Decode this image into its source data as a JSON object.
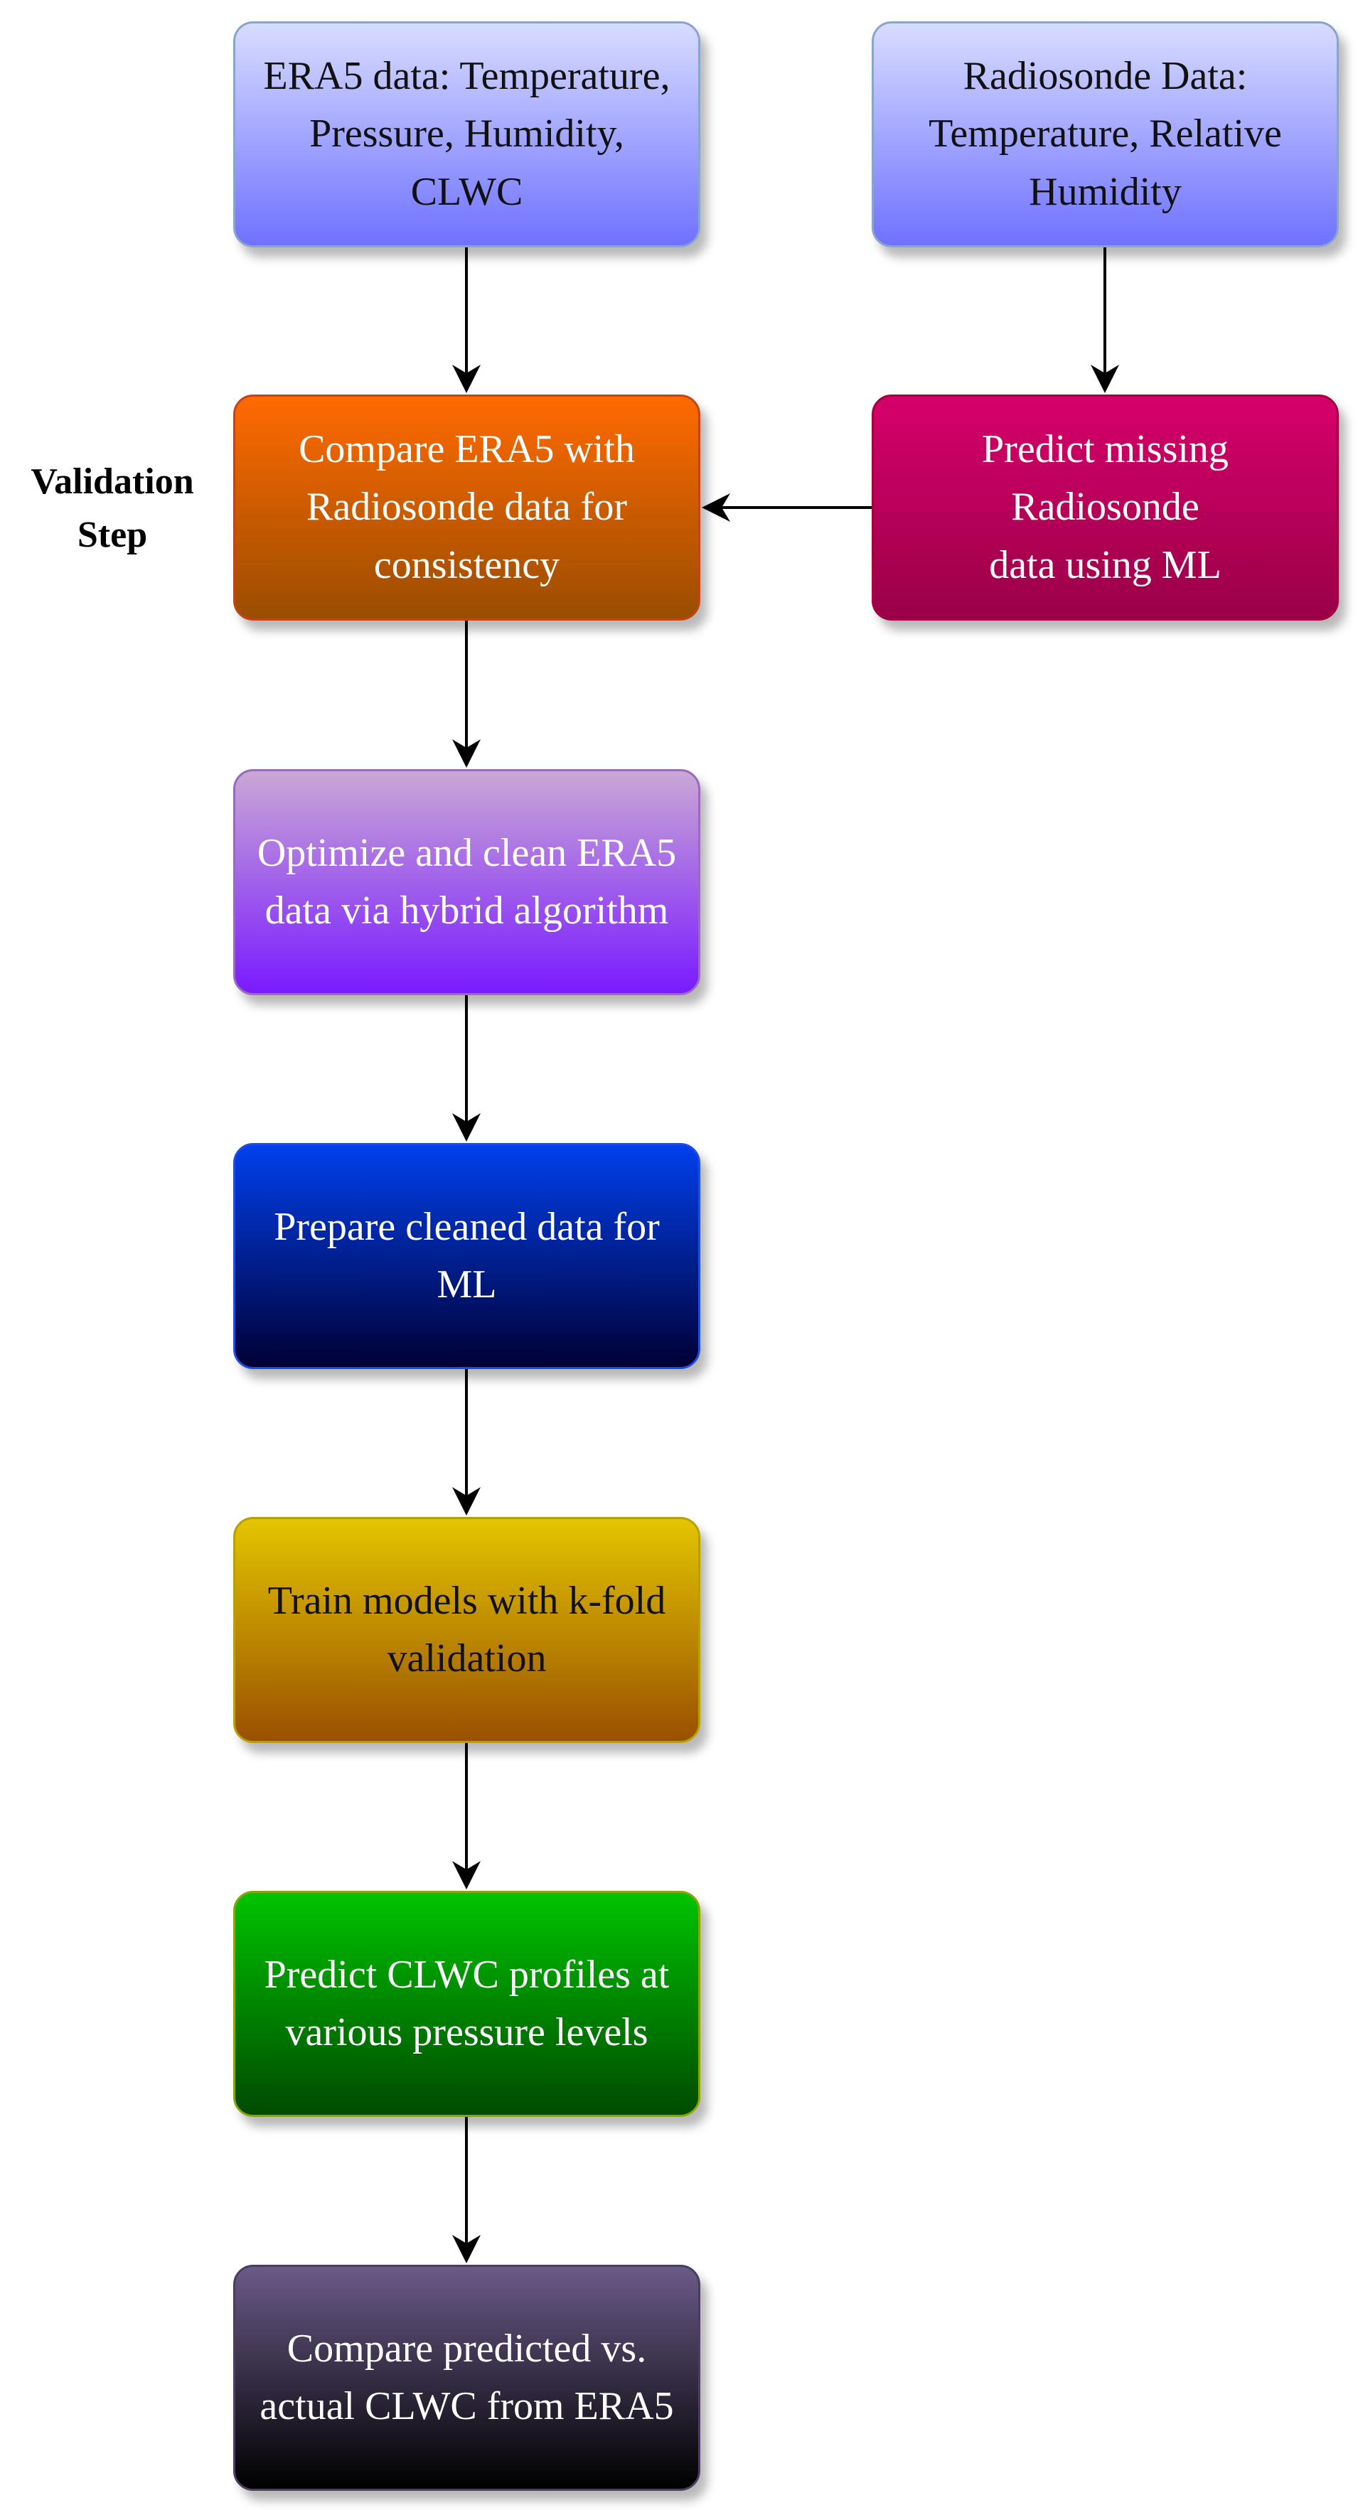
{
  "nodes": {
    "era5_data": [
      "ERA5 data: Temperature,",
      "Pressure, Humidity, CLWC"
    ],
    "radiosonde_data": [
      "Radiosonde Data:",
      "Temperature, Relative",
      "Humidity"
    ],
    "compare_era5": [
      "Compare ERA5 with",
      "Radiosonde data for",
      "consistency"
    ],
    "predict_missing": [
      "Predict missing Radiosonde",
      "data using ML"
    ],
    "optimize_clean": [
      "Optimize and clean ERA5",
      "data via hybrid algorithm"
    ],
    "prepare_data": [
      "Prepare cleaned data for",
      "ML"
    ],
    "train_models": [
      "Train models with k-fold",
      "validation"
    ],
    "predict_clwc": [
      "Predict CLWC profiles at",
      "various pressure levels"
    ],
    "compare_predicted": [
      "Compare predicted vs.",
      "actual CLWC from ERA5"
    ]
  },
  "side_label": [
    "Validation",
    "Step"
  ],
  "edges": [
    {
      "from": "era5_data",
      "to": "compare_era5"
    },
    {
      "from": "radiosonde_data",
      "to": "predict_missing"
    },
    {
      "from": "predict_missing",
      "to": "compare_era5"
    },
    {
      "from": "compare_era5",
      "to": "optimize_clean"
    },
    {
      "from": "optimize_clean",
      "to": "prepare_data"
    },
    {
      "from": "prepare_data",
      "to": "train_models"
    },
    {
      "from": "train_models",
      "to": "predict_clwc"
    },
    {
      "from": "predict_clwc",
      "to": "compare_predicted"
    }
  ],
  "colors": {
    "era5_data": "#8a8dff",
    "radiosonde_data": "#8a8dff",
    "compare_era5": "#e06000",
    "predict_missing": "#c00060",
    "optimize_clean": "#a060ee",
    "prepare_data": "#0030b0",
    "train_models": "#c8a000",
    "predict_clwc": "#00a000",
    "compare_predicted": "#3a3050",
    "arrow": "#000000"
  }
}
